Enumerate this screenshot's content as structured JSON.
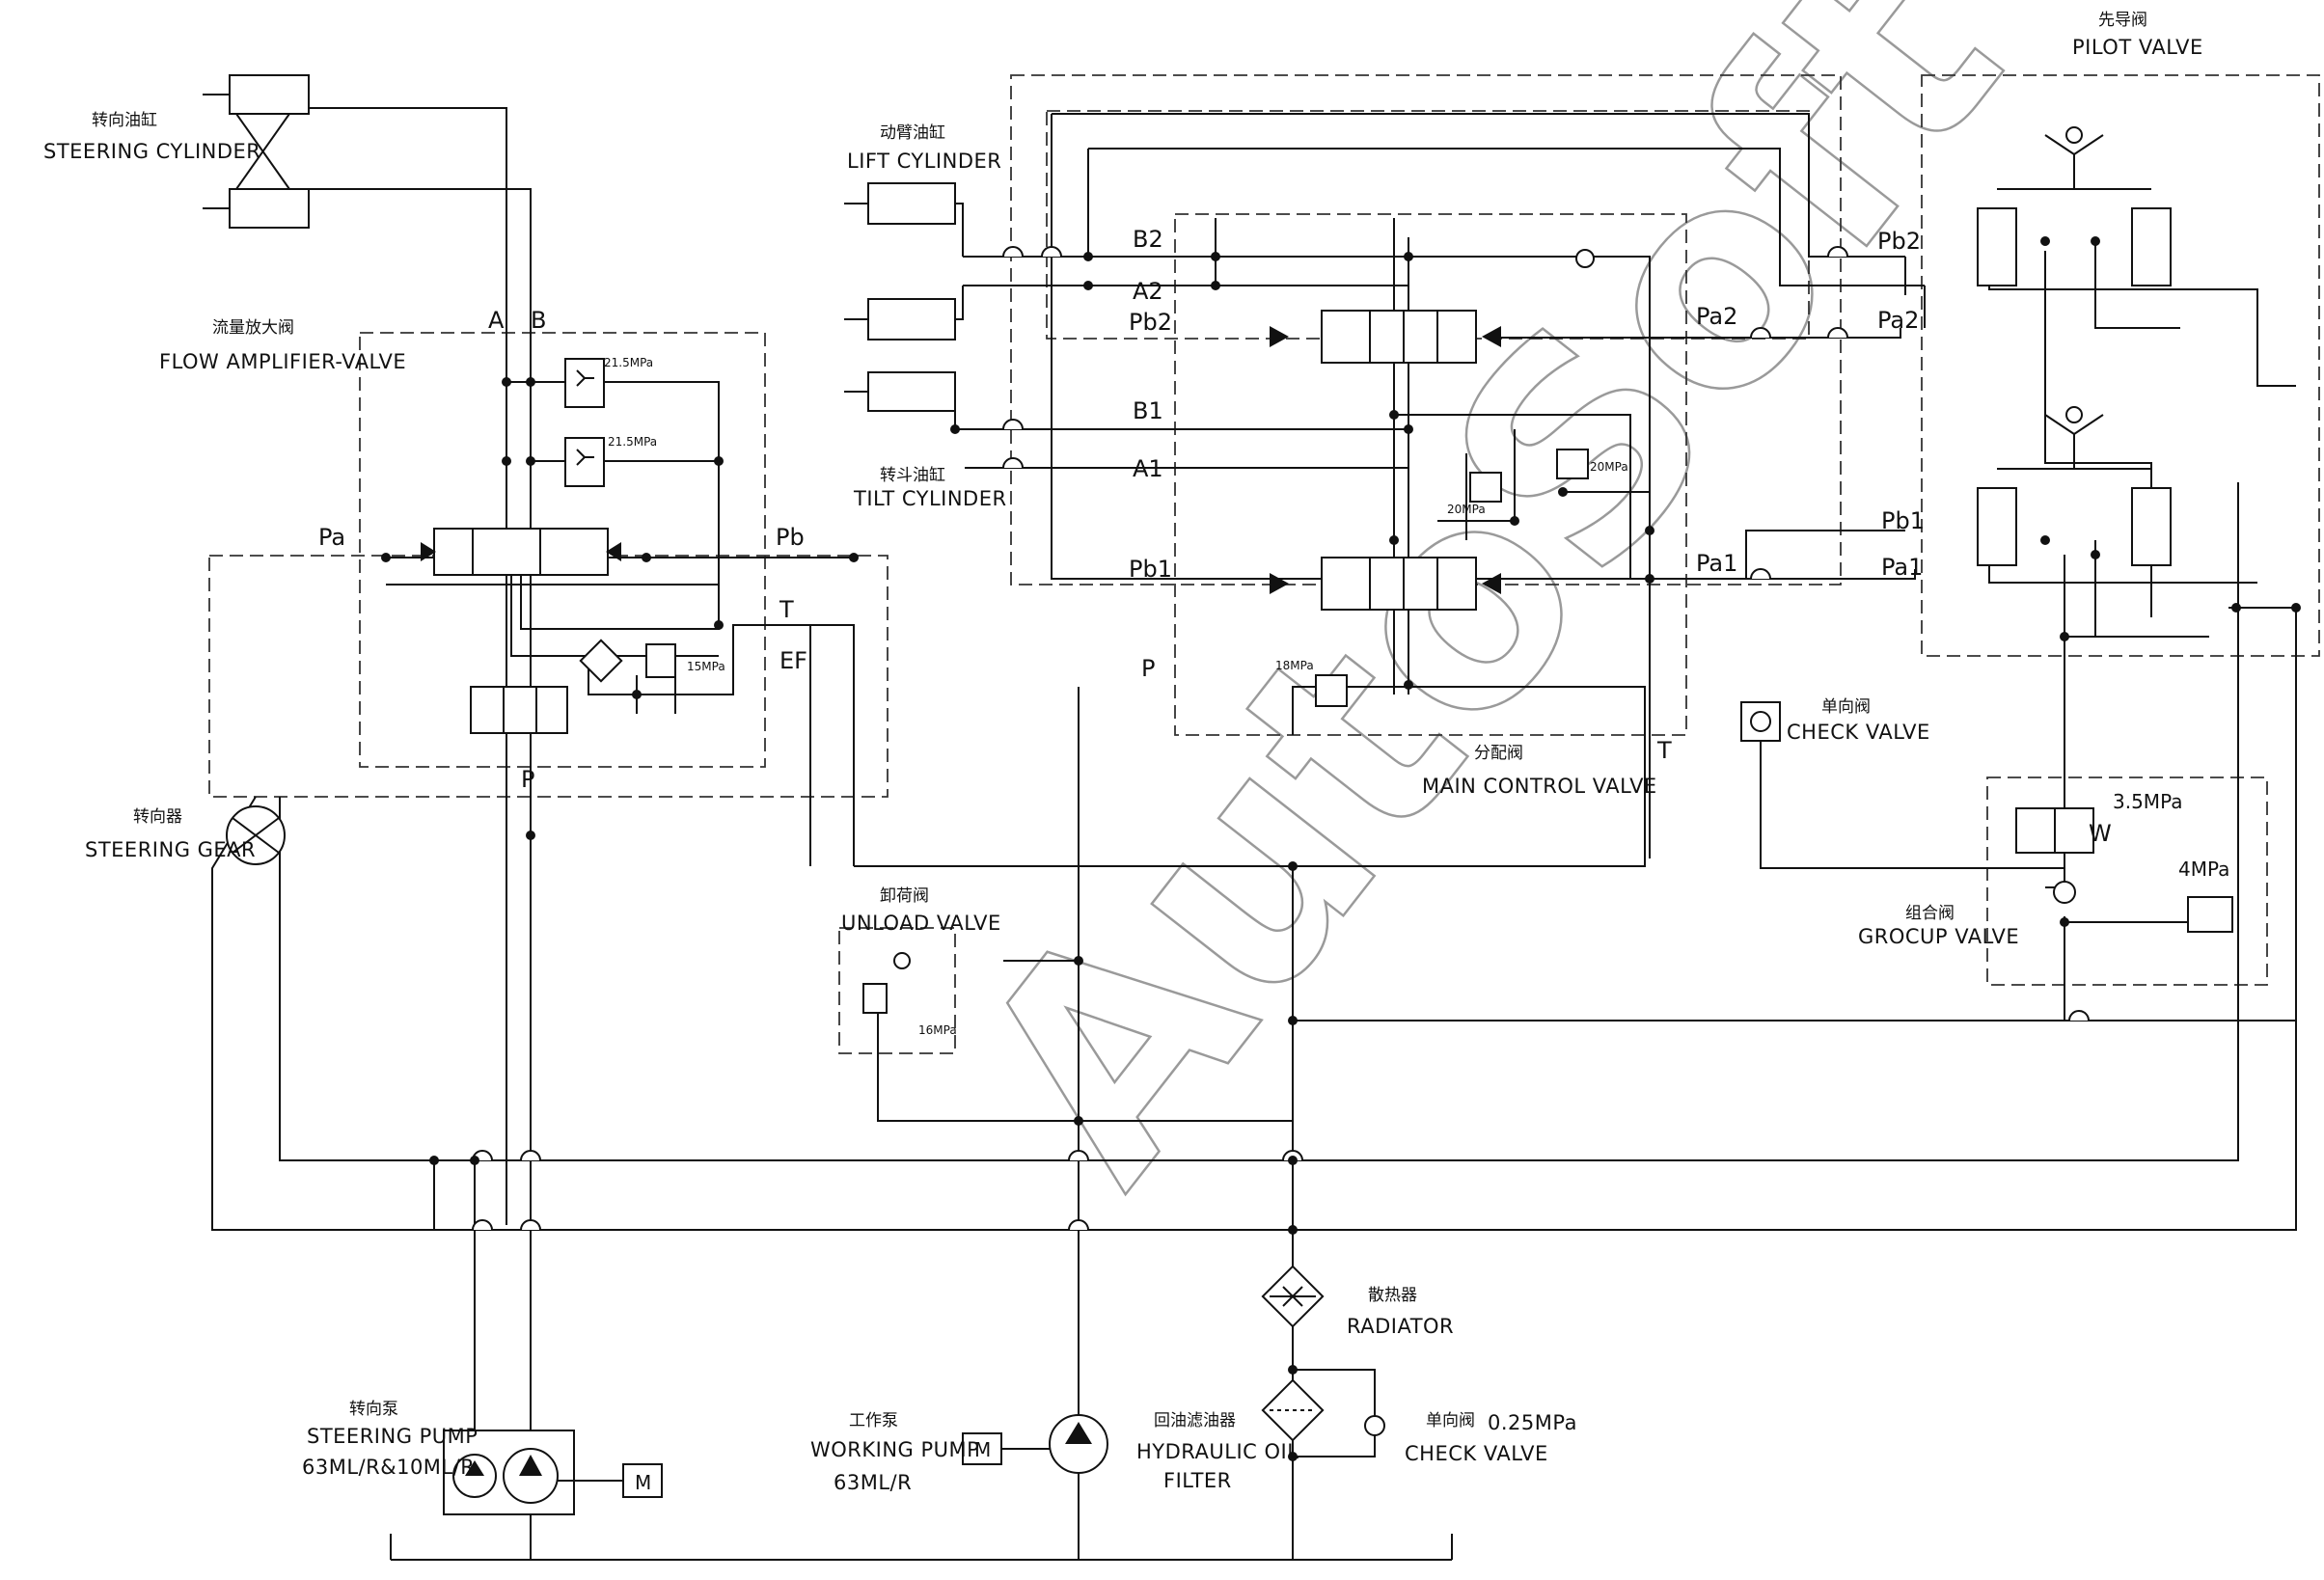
{
  "components": {
    "steering_cylinder": {
      "zh": "转向油缸",
      "en": "STEERING CYLINDER"
    },
    "flow_amplifier": {
      "zh": "流量放大阀",
      "en": "FLOW AMPLIFIER-VALVE"
    },
    "steering_gear": {
      "zh": "转向器",
      "en": "STEERING GEAR"
    },
    "lift_cylinder": {
      "zh": "动臂油缸",
      "en": "LIFT CYLINDER"
    },
    "tilt_cylinder": {
      "zh": "转斗油缸",
      "en": "TILT CYLINDER"
    },
    "main_control_valve": {
      "zh": "分配阀",
      "en": "MAIN CONTROL VALVE"
    },
    "pilot_valve": {
      "zh": "先导阀",
      "en": "PILOT VALVE"
    },
    "check_valve_1": {
      "zh": "单向阀",
      "en": "CHECK VALVE"
    },
    "group_valve": {
      "zh": "组合阀",
      "en": "GROCUP VALVE"
    },
    "unload_valve": {
      "zh": "卸荷阀",
      "en": "UNLOAD VALVE"
    },
    "radiator": {
      "zh": "散热器",
      "en": "RADIATOR"
    },
    "steering_pump": {
      "zh": "转向泵",
      "en": "STEERING PUMP",
      "spec": "63ML/R&10ML/R"
    },
    "working_pump": {
      "zh": "工作泵",
      "en": "WORKING PUMP",
      "spec": "63ML/R"
    },
    "oil_filter": {
      "zh": "回油滤油器",
      "en1": "HYDRAULIC OIL",
      "en2": "FILTER"
    },
    "check_valve_2": {
      "zh": "单向阀",
      "pressure": "0.25MPa",
      "en": "CHECK VALVE"
    }
  },
  "ports": {
    "a": "A",
    "b": "B",
    "pa": "Pa",
    "pb": "Pb",
    "t": "T",
    "ef": "EF",
    "p": "P",
    "b2": "B2",
    "a2": "A2",
    "pb2": "Pb2",
    "b1": "B1",
    "a1": "A1",
    "pb1": "Pb1",
    "mcv_p": "P",
    "mcv_t": "T",
    "pa2": "Pa2",
    "pa1": "Pa1",
    "pilot_pb2": "Pb2",
    "pilot_pa2": "Pa2",
    "pilot_pb1": "Pb1",
    "pilot_pa1": "Pa1",
    "w": "W",
    "motor_m": "M"
  },
  "pressures": {
    "fa_relief_1": "21.5MPa",
    "fa_relief_2": "21.5MPa",
    "fa_relief_3": "15MPa",
    "mcv_relief_1": "20MPa",
    "mcv_relief_2": "20MPa",
    "mcv_main_relief": "18MPa",
    "unload": "16MPa",
    "group_1": "3.5MPa",
    "group_2": "4MPa"
  },
  "watermark": "AutoSoft",
  "colors": {
    "line": "#111111",
    "watermark": "#9a9a9a"
  }
}
